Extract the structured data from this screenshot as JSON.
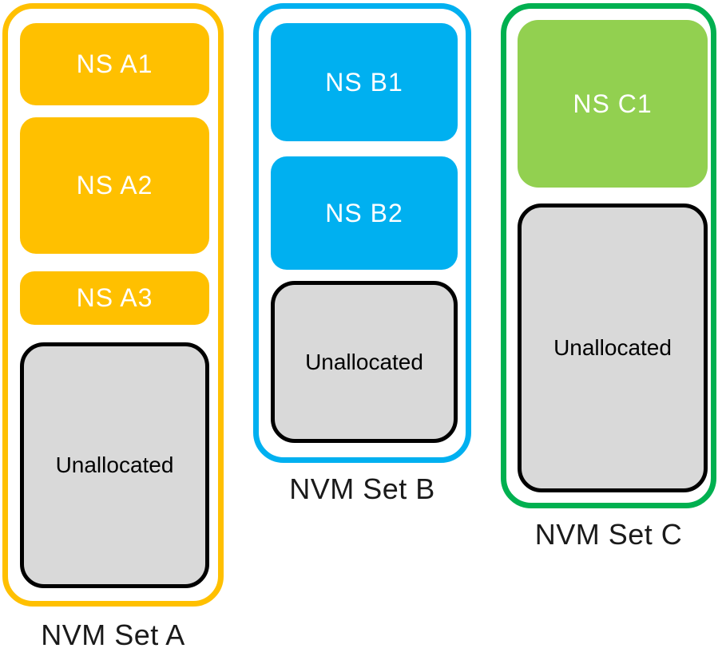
{
  "sets": [
    {
      "label": "NVM Set A",
      "outline_color": "#FFC000",
      "namespace_fill": "#FFC000",
      "namespaces": [
        "NS A1",
        "NS A2",
        "NS A3"
      ],
      "unallocated": "Unallocated"
    },
    {
      "label": "NVM Set B",
      "outline_color": "#00B0F0",
      "namespace_fill": "#00B0F0",
      "namespaces": [
        "NS B1",
        "NS B2"
      ],
      "unallocated": "Unallocated"
    },
    {
      "label": "NVM Set C",
      "outline_color": "#00B050",
      "namespace_fill": "#92D050",
      "namespaces": [
        "NS C1"
      ],
      "unallocated": "Unallocated"
    }
  ],
  "colors": {
    "unallocated_fill": "#D9D9D9",
    "unallocated_border": "#000000",
    "namespace_text": "#FFFFFF",
    "label_text": "#000000",
    "background": "#FFFFFF"
  }
}
